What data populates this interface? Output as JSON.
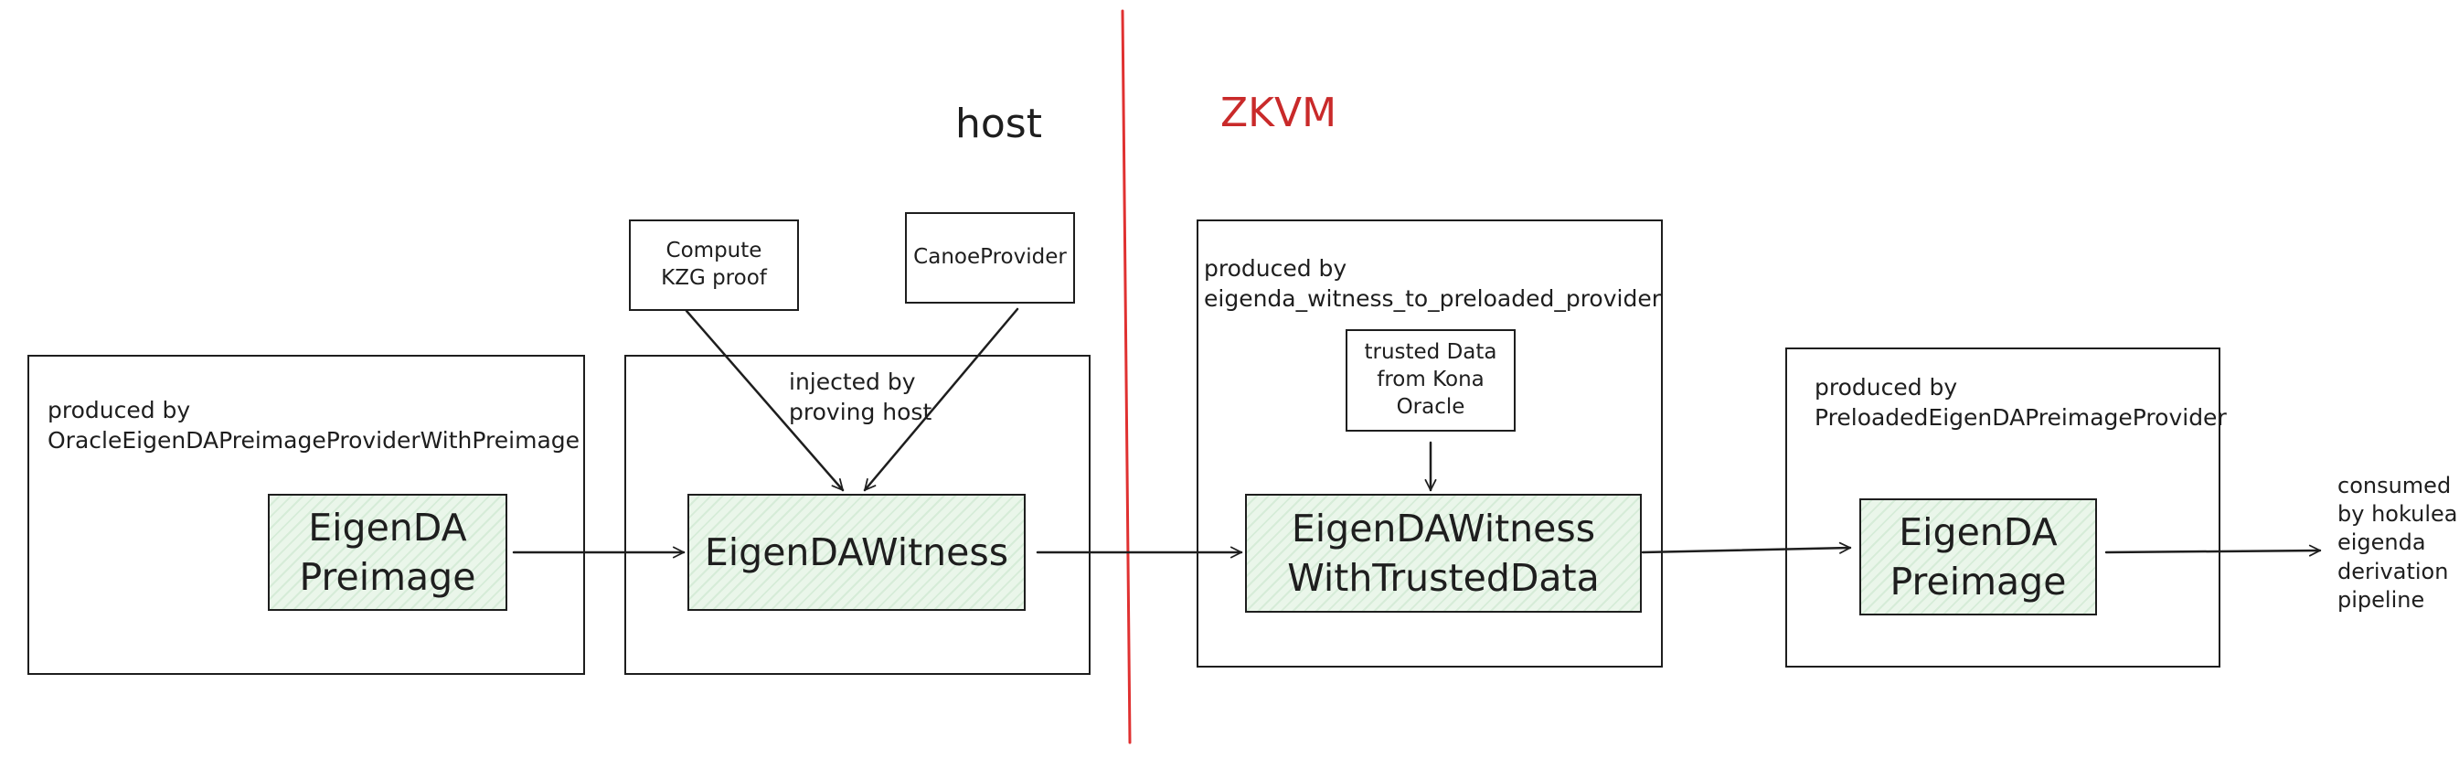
{
  "zones": {
    "host": "host",
    "zkvm": "ZKVM"
  },
  "colors": {
    "divider": "#e03131",
    "zkvm_label": "#c92a2a",
    "node_fill": "#eaf6ea",
    "stroke": "#1e1e1e"
  },
  "containers": {
    "oracle": {
      "label": "produced by\nOracleEigenDAPreimageProviderWithPreimage"
    },
    "host": {
      "label": "injected by\nproving host"
    },
    "zkvm": {
      "label": "produced by\neigenda_witness_to_preloaded_provider"
    },
    "preloaded": {
      "label": "produced by\nPreloadedEigenDAPreimageProvider"
    }
  },
  "nodes": {
    "preimage_in": "EigenDA\nPreimage",
    "witness": "EigenDAWitness",
    "witness_trusted": "EigenDAWitness\nWithTrustedData",
    "preimage_out": "EigenDA\nPreimage"
  },
  "inputs": {
    "kzg": "Compute\nKZG proof",
    "canoe": "CanoeProvider",
    "trusted": "trusted Data\nfrom Kona\nOracle"
  },
  "consumer": "consumed\nby hokulea\neigenda\nderivation\npipeline"
}
